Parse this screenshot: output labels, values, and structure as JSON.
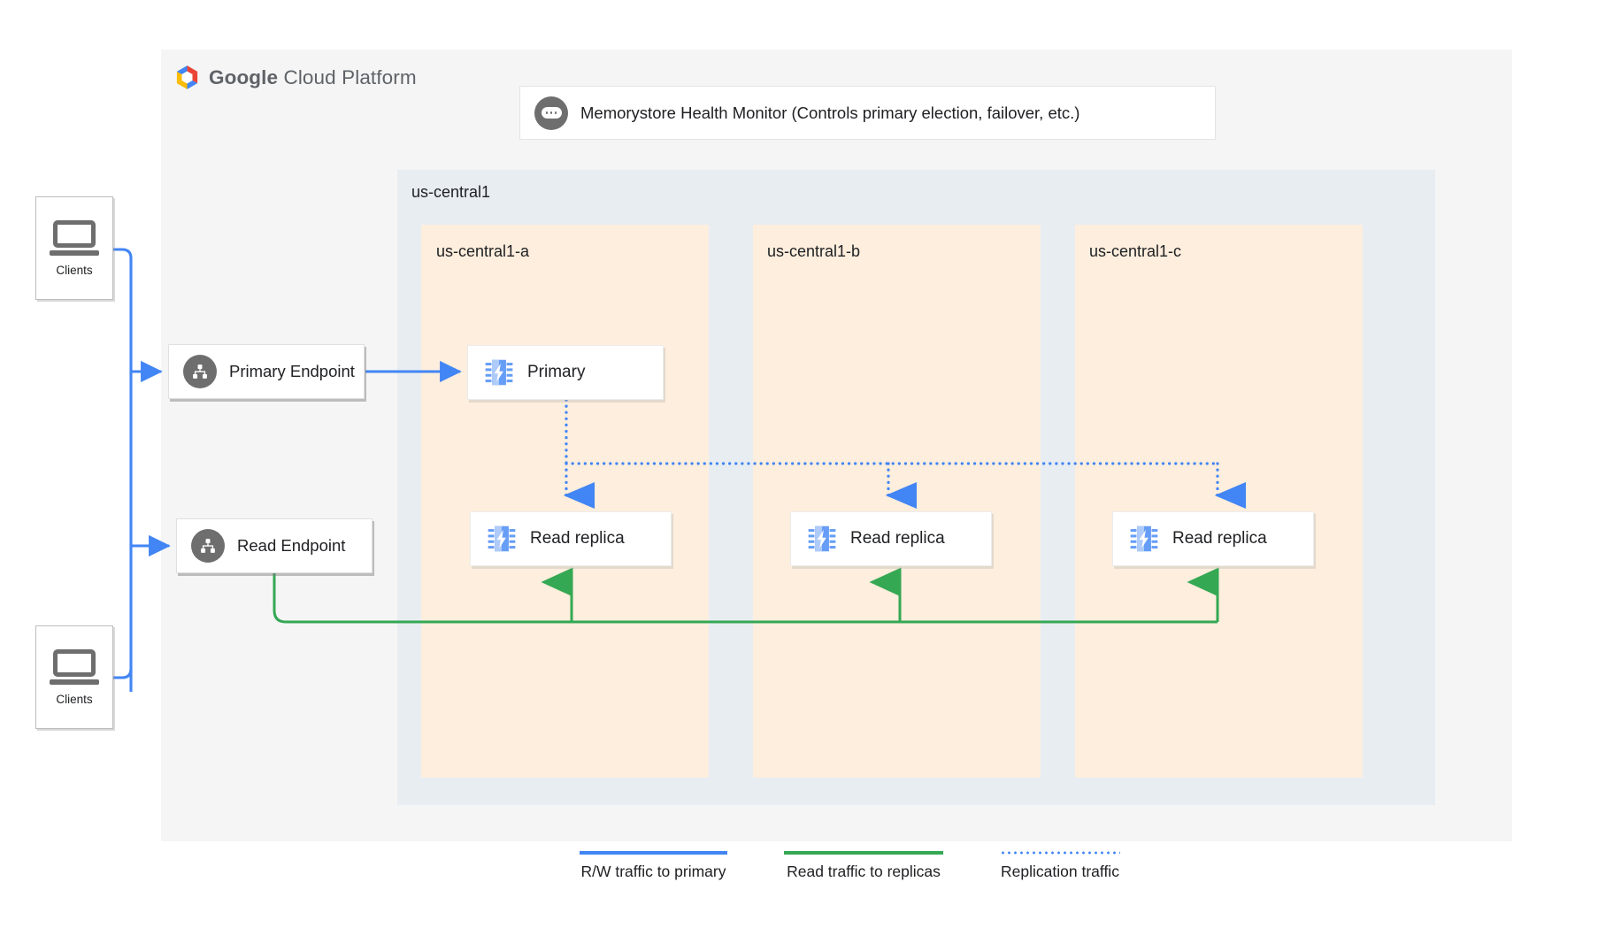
{
  "brand": {
    "name_bold": "Google",
    "name_rest": "Cloud Platform",
    "logo_icon": "google-cloud-hexagon-icon",
    "colors": {
      "blue": "#4285f4",
      "red": "#ea4335",
      "yellow": "#fbbc04",
      "green": "#34a853",
      "gray": "#5f6368"
    }
  },
  "health_monitor": {
    "icon": "health-monitor-icon",
    "label": "Memorystore Health Monitor (Controls primary election, failover, etc.)"
  },
  "region": {
    "label": "us-central1",
    "background": "#e8edf2",
    "zones": [
      {
        "id": "a",
        "label": "us-central1-a",
        "background": "#fdeedd"
      },
      {
        "id": "b",
        "label": "us-central1-b",
        "background": "#fdeedd"
      },
      {
        "id": "c",
        "label": "us-central1-c",
        "background": "#fdeedd"
      }
    ]
  },
  "clients": [
    {
      "label": "Clients",
      "icon": "laptop-icon"
    },
    {
      "label": "Clients",
      "icon": "laptop-icon"
    }
  ],
  "endpoints": [
    {
      "label": "Primary Endpoint",
      "icon": "network-endpoint-icon"
    },
    {
      "label": "Read Endpoint",
      "icon": "network-endpoint-icon"
    }
  ],
  "instances": [
    {
      "label": "Primary",
      "icon": "memorystore-chip-icon",
      "zone": "us-central1-a"
    },
    {
      "label": "Read replica",
      "icon": "memorystore-chip-icon",
      "zone": "us-central1-a"
    },
    {
      "label": "Read replica",
      "icon": "memorystore-chip-icon",
      "zone": "us-central1-b"
    },
    {
      "label": "Read replica",
      "icon": "memorystore-chip-icon",
      "zone": "us-central1-c"
    }
  ],
  "legend": [
    {
      "label": "R/W traffic to primary",
      "style": "solid",
      "color": "#4285f4"
    },
    {
      "label": "Read traffic to replicas",
      "style": "solid",
      "color": "#34a853"
    },
    {
      "label": "Replication traffic",
      "style": "dotted",
      "color": "#4285f4"
    }
  ]
}
